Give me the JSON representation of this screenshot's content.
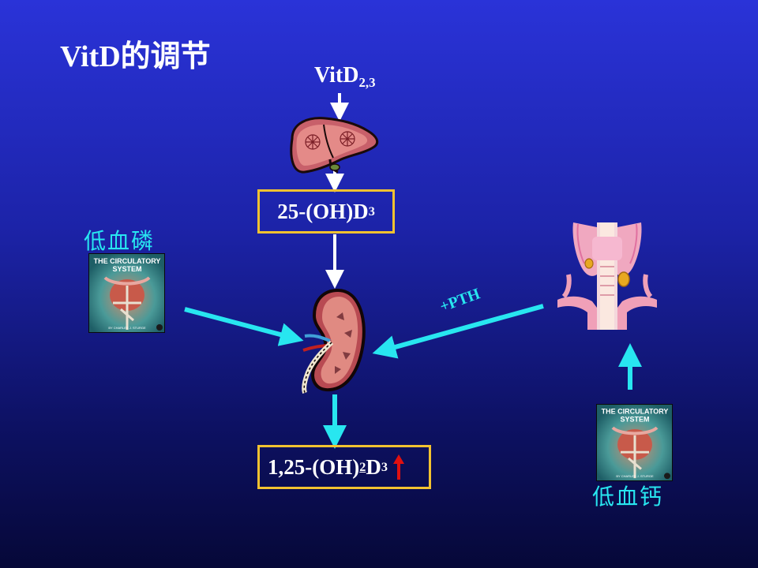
{
  "title": "VitD的调节",
  "source_label": {
    "main": "VitD",
    "sub": "2,3"
  },
  "box_25oh": {
    "main": "25-(OH)D",
    "sub": "3"
  },
  "box_125oh": {
    "pre": "1,25-(OH)",
    "sub1": "2",
    "mid": "D",
    "sub2": "3"
  },
  "label_low_phosphate": "低血磷",
  "label_low_calcium": "低血钙",
  "label_pth": "+PTH",
  "book_cover": {
    "title_line1": "THE CIRCULATORY",
    "title_line2": "SYSTEM",
    "author": "BY CHARLES J. STURGE"
  },
  "icons": [
    "liver-icon",
    "kidney-icon",
    "parathyroid-thyroid-icon",
    "circulatory-book-icon",
    "increase-arrow-icon"
  ],
  "colors": {
    "background_top": "#2a33d8",
    "background_bottom": "#060838",
    "box_border": "#f2c230",
    "arrow_white": "#ffffff",
    "arrow_cyan": "#28e6f0",
    "increase_arrow": "#e01010",
    "text_white": "#ffffff",
    "text_cyan": "#28e6f0"
  }
}
